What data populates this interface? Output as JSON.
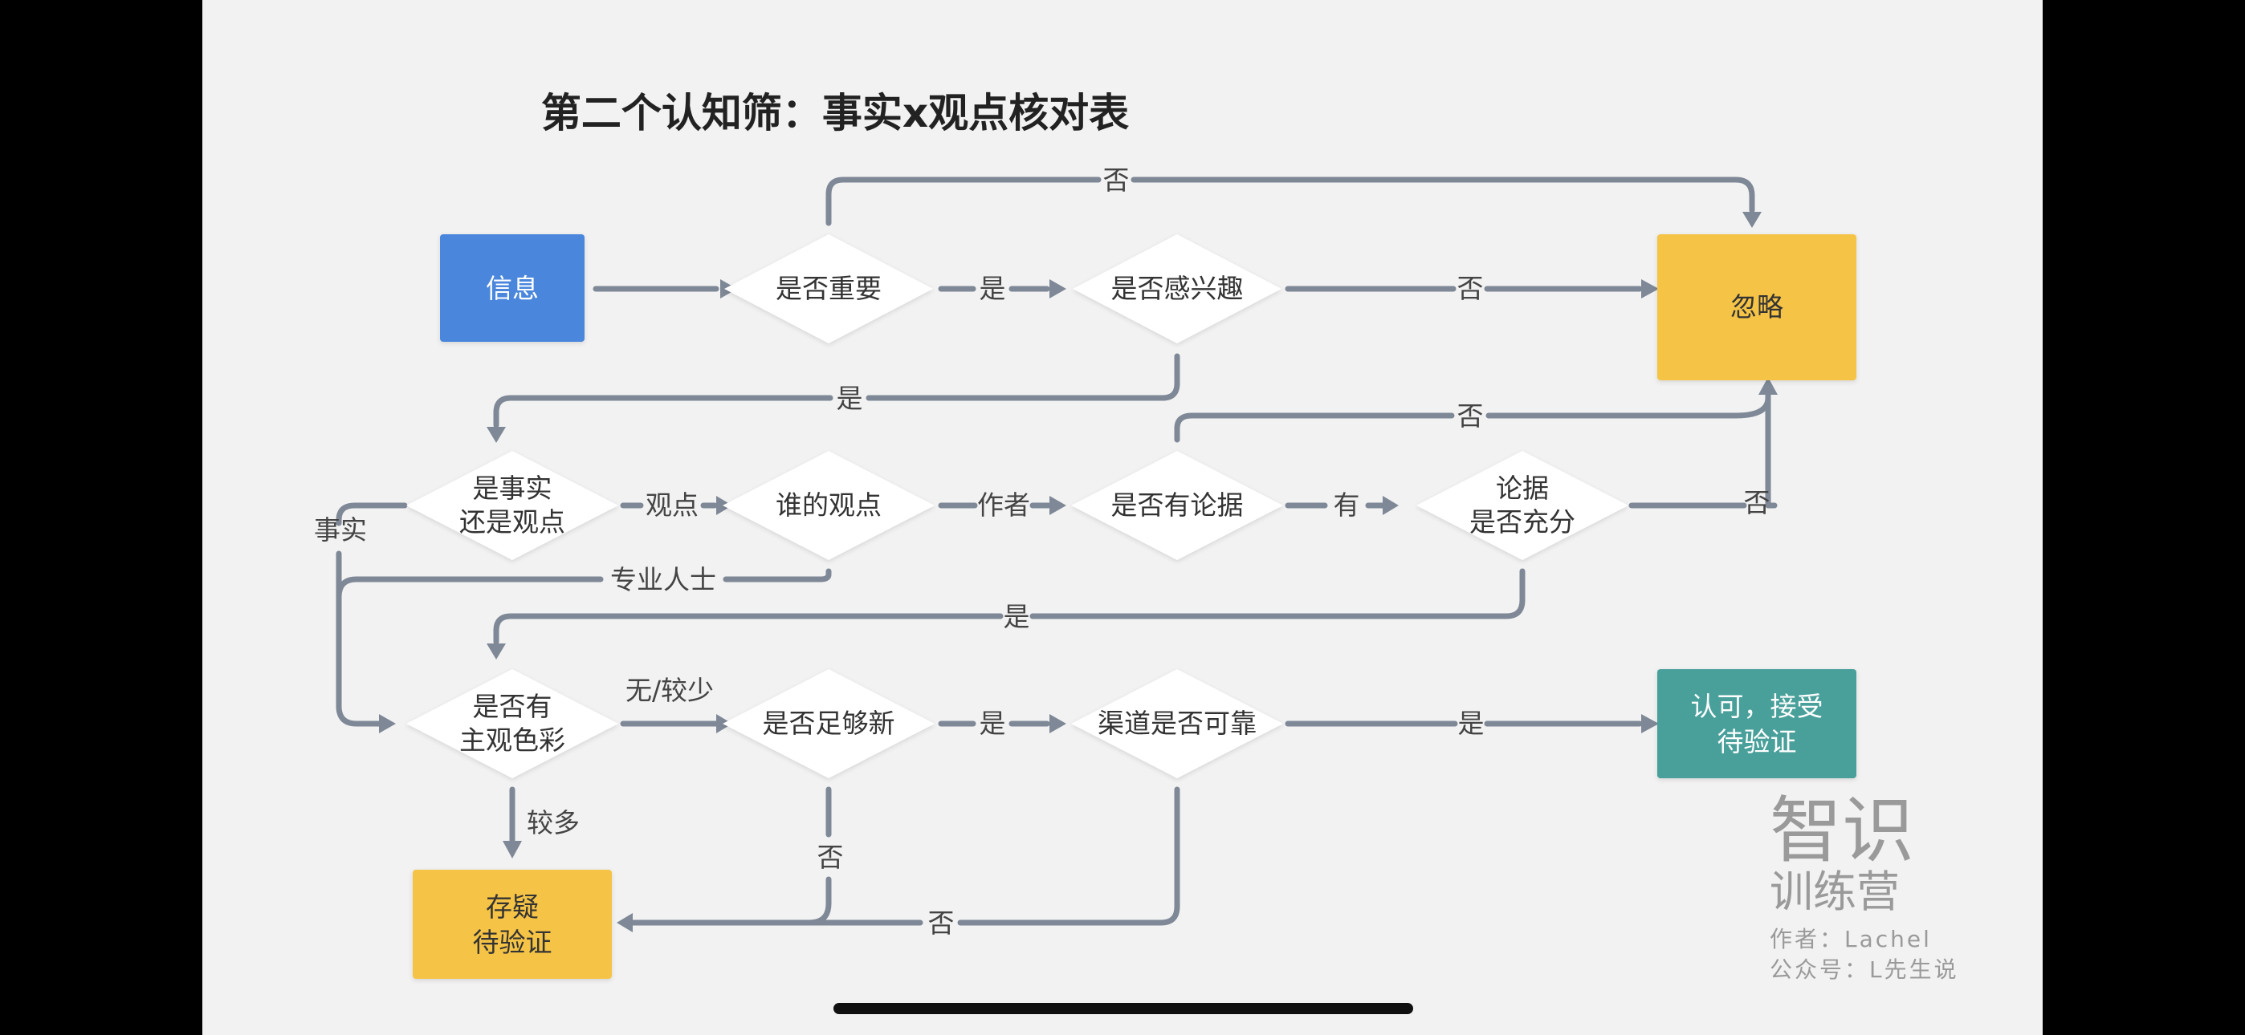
{
  "title": "第二个认知筛：事实x观点核对表",
  "nodes": {
    "info": "信息",
    "important": "是否重要",
    "interest": "是否感兴趣",
    "ignore": "忽略",
    "fact_or_opinion": [
      "是事实",
      "还是观点"
    ],
    "whose": "谁的观点",
    "has_evidence": "是否有论据",
    "evidence_sufficient": [
      "论据",
      "是否充分"
    ],
    "subjective": [
      "是否有",
      "主观色彩"
    ],
    "new_enough": "是否足够新",
    "reliable": "渠道是否可靠",
    "accept": [
      "认可，接受",
      "待验证"
    ],
    "doubt": [
      "存疑",
      "待验证"
    ]
  },
  "edges": {
    "no": "否",
    "yes": "是",
    "opinion": "观点",
    "author": "作者",
    "has": "有",
    "expert": "专业人士",
    "fact": "事实",
    "none_few": "无/较少",
    "more": "较多"
  },
  "watermark": {
    "brand_big": "智识",
    "brand_small": "训练营",
    "author": "作者：Lachel",
    "account": "公众号：L先生说"
  },
  "colors": {
    "blue": "#4a86dc",
    "yellow": "#f5c447",
    "teal": "#4aa09b",
    "line": "#7e8896"
  }
}
